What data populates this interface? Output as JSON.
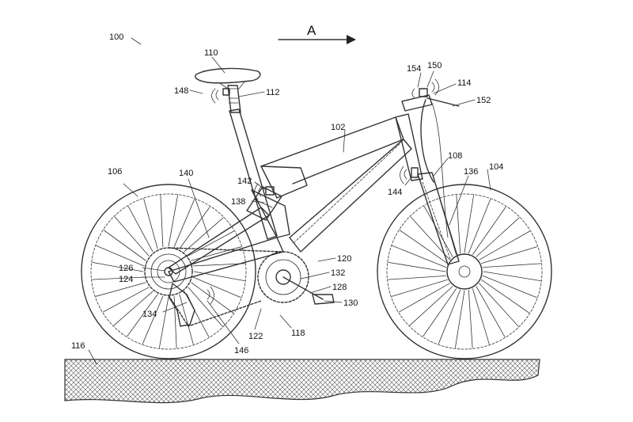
{
  "direction": {
    "label": "A"
  },
  "labels": {
    "l100": "100",
    "l110": "110",
    "l148": "148",
    "l112": "112",
    "l154": "154",
    "l150": "150",
    "l114": "114",
    "l152": "152",
    "l102": "102",
    "l106": "106",
    "l140": "140",
    "l142": "142",
    "l138": "138",
    "l108": "108",
    "l136": "136",
    "l104": "104",
    "l144": "144",
    "l120": "120",
    "l126": "126",
    "l124": "124",
    "l132": "132",
    "l128": "128",
    "l130": "130",
    "l134": "134",
    "l122": "122",
    "l118": "118",
    "l146": "146",
    "l116": "116"
  }
}
